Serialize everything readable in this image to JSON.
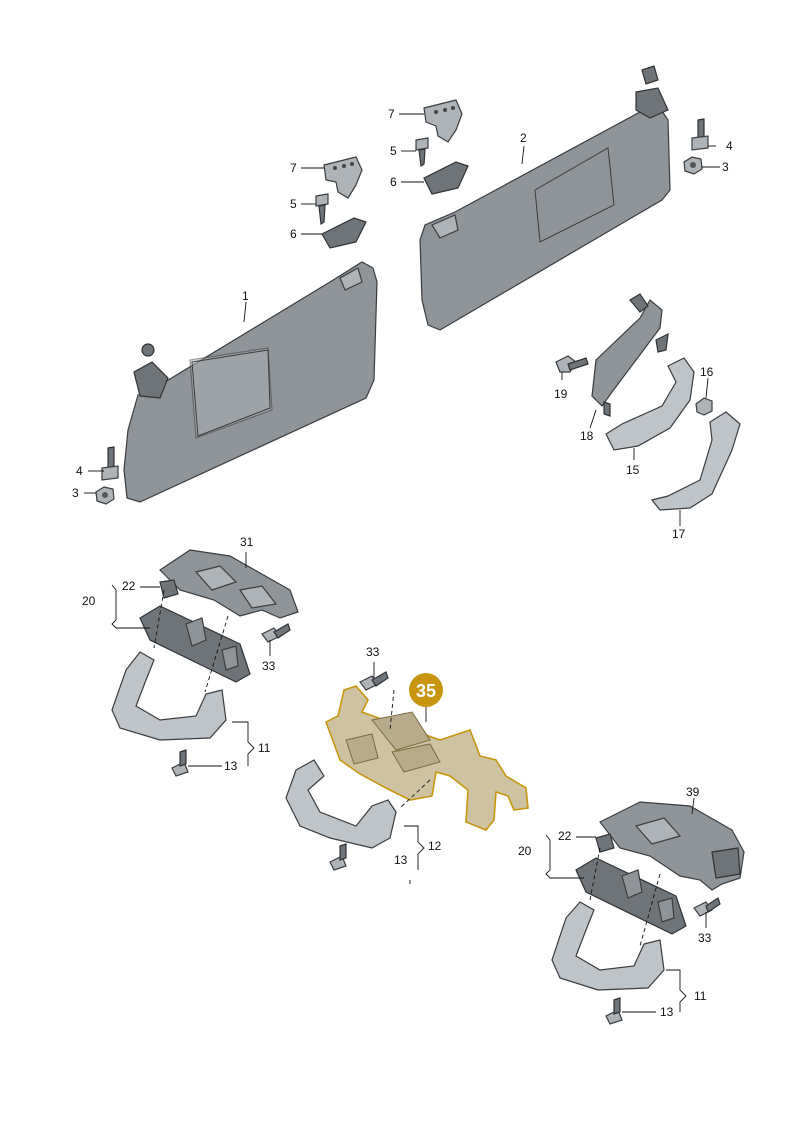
{
  "diagram": {
    "labels": [
      {
        "id": "l1",
        "text": "1"
      },
      {
        "id": "l2",
        "text": "2"
      },
      {
        "id": "l3a",
        "text": "3"
      },
      {
        "id": "l3b",
        "text": "3"
      },
      {
        "id": "l4a",
        "text": "4"
      },
      {
        "id": "l4b",
        "text": "4"
      },
      {
        "id": "l5a",
        "text": "5"
      },
      {
        "id": "l5b",
        "text": "5"
      },
      {
        "id": "l6a",
        "text": "6"
      },
      {
        "id": "l6b",
        "text": "6"
      },
      {
        "id": "l7a",
        "text": "7"
      },
      {
        "id": "l7b",
        "text": "7"
      },
      {
        "id": "l11a",
        "text": "11"
      },
      {
        "id": "l11b",
        "text": "11"
      },
      {
        "id": "l12",
        "text": "12"
      },
      {
        "id": "l13a",
        "text": "13"
      },
      {
        "id": "l13b",
        "text": "13"
      },
      {
        "id": "l13c",
        "text": "13"
      },
      {
        "id": "l15",
        "text": "15"
      },
      {
        "id": "l16",
        "text": "16"
      },
      {
        "id": "l17",
        "text": "17"
      },
      {
        "id": "l18",
        "text": "18"
      },
      {
        "id": "l19",
        "text": "19"
      },
      {
        "id": "l20a",
        "text": "20"
      },
      {
        "id": "l20b",
        "text": "20"
      },
      {
        "id": "l22a",
        "text": "22"
      },
      {
        "id": "l22b",
        "text": "22"
      },
      {
        "id": "l31",
        "text": "31"
      },
      {
        "id": "l33a",
        "text": "33"
      },
      {
        "id": "l33b",
        "text": "33"
      },
      {
        "id": "l33c",
        "text": "33"
      },
      {
        "id": "l39",
        "text": "39"
      }
    ],
    "highlight": {
      "text": "35",
      "color": "#c8960e"
    }
  }
}
